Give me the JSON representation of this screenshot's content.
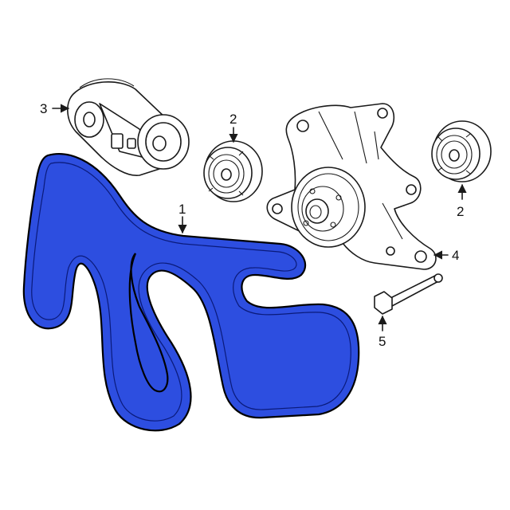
{
  "callouts": [
    {
      "id": "belt",
      "label": "1"
    },
    {
      "id": "idler-left",
      "label": "2"
    },
    {
      "id": "idler-right",
      "label": "2"
    },
    {
      "id": "tensioner",
      "label": "3"
    },
    {
      "id": "water-pump-bracket",
      "label": "4"
    },
    {
      "id": "bolt",
      "label": "5"
    }
  ],
  "colors": {
    "belt_fill": "#2d4ee0",
    "line": "#1a1a1a",
    "background": "#ffffff"
  }
}
